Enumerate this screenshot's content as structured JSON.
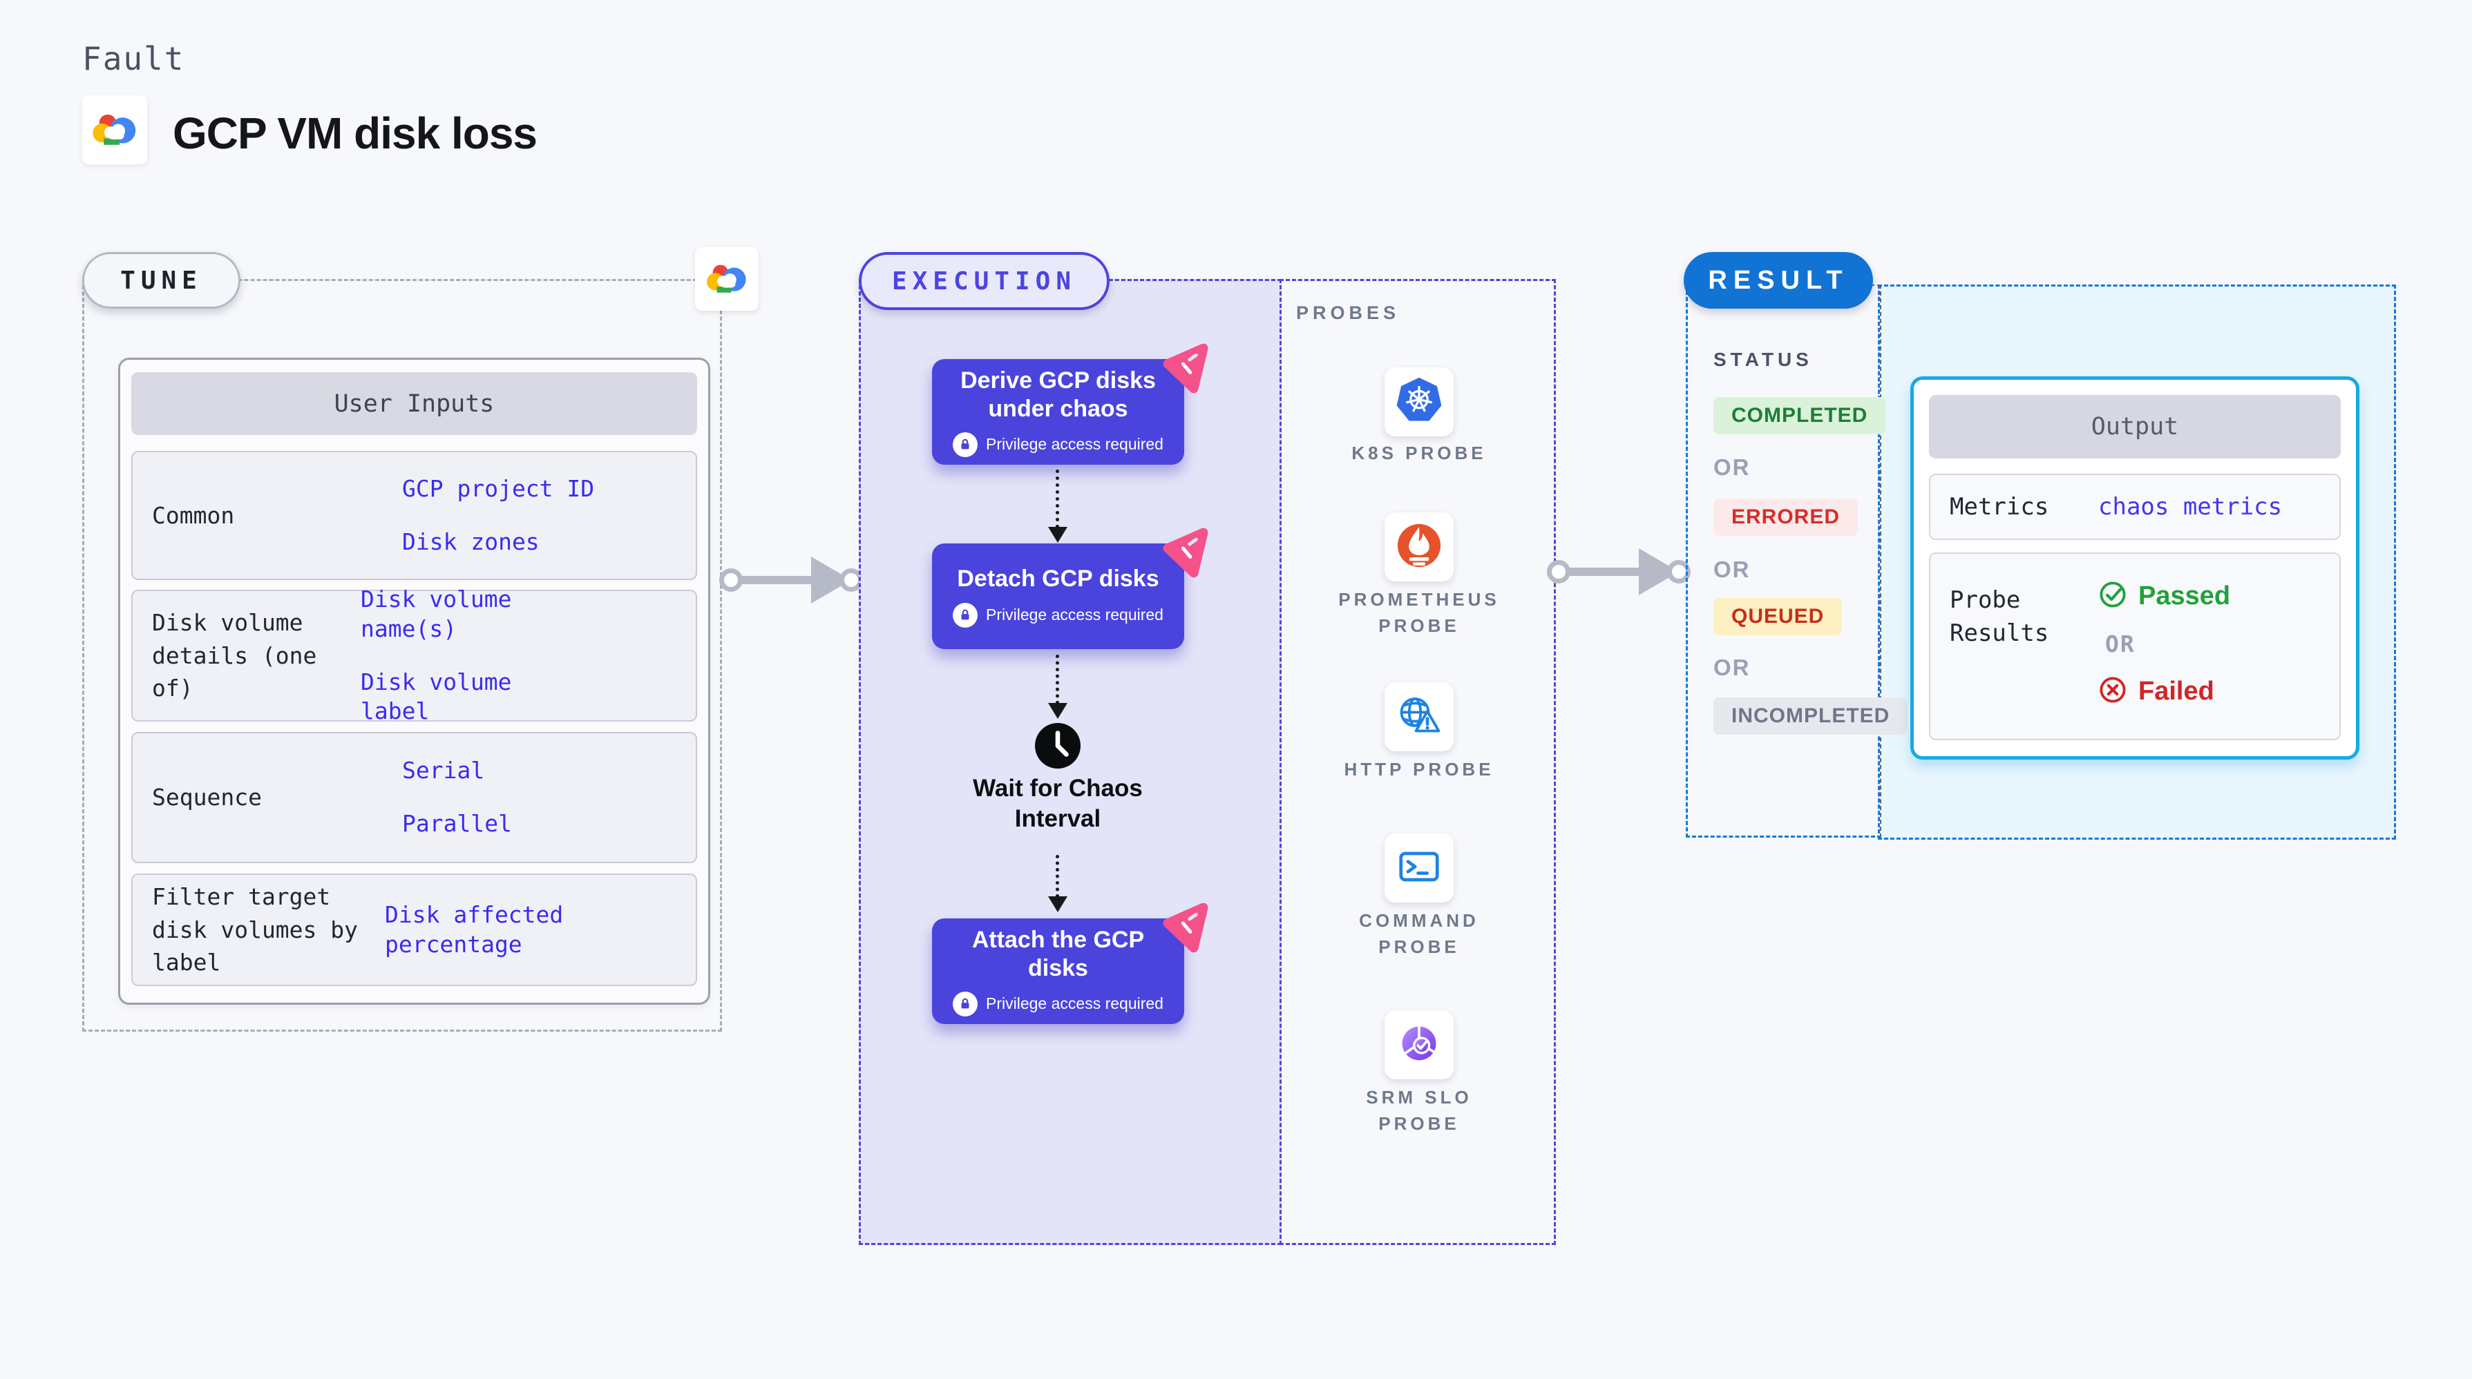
{
  "header": {
    "kicker": "Fault",
    "title": "GCP VM disk loss",
    "logo_icon": "gcp-cloud-icon"
  },
  "tune": {
    "badge": "TUNE",
    "corner_icon": "gcp-cloud-icon",
    "table": {
      "title": "User Inputs",
      "rows": [
        {
          "label": "Common",
          "values": [
            "GCP project ID",
            "Disk zones"
          ]
        },
        {
          "label": "Disk volume details (one of)",
          "values": [
            "Disk volume name(s)",
            "Disk volume label"
          ]
        },
        {
          "label": "Sequence",
          "values": [
            "Serial",
            "Parallel"
          ]
        },
        {
          "label": "Filter target disk volumes by label",
          "values": [
            "Disk affected percentage"
          ]
        }
      ]
    }
  },
  "execution": {
    "badge": "EXECUTION",
    "steps": [
      {
        "title": "Derive GCP disks under chaos",
        "note": "Privilege access required",
        "icon": "lock-icon",
        "corner_icon": "chaos-pinwheel-icon"
      },
      {
        "title": "Detach GCP disks",
        "note": "Privilege access required",
        "icon": "lock-icon",
        "corner_icon": "chaos-pinwheel-icon"
      },
      {
        "title": "Attach the GCP disks",
        "note": "Privilege access required",
        "icon": "lock-icon",
        "corner_icon": "chaos-pinwheel-icon"
      }
    ],
    "wait_step": {
      "label": "Wait for Chaos Interval",
      "icon": "clock-icon"
    }
  },
  "probes": {
    "title": "PROBES",
    "items": [
      {
        "label": "K8S PROBE",
        "icon": "kubernetes-icon"
      },
      {
        "label": "PROMETHEUS PROBE",
        "icon": "prometheus-icon"
      },
      {
        "label": "HTTP PROBE",
        "icon": "http-globe-icon"
      },
      {
        "label": "COMMAND PROBE",
        "icon": "terminal-icon"
      },
      {
        "label": "SRM SLO PROBE",
        "icon": "srm-slo-icon"
      }
    ]
  },
  "result": {
    "badge": "RESULT",
    "status": {
      "title": "STATUS",
      "separator": "OR",
      "values": [
        {
          "label": "COMPLETED",
          "text_color": "#1e7e34",
          "bg_color": "#d9f2d9"
        },
        {
          "label": "ERRORED",
          "text_color": "#d32f2f",
          "bg_color": "#fce9e9"
        },
        {
          "label": "QUEUED",
          "text_color": "#c62f1a",
          "bg_color": "#fdf0c2"
        },
        {
          "label": "INCOMPLETED",
          "text_color": "#6e7689",
          "bg_color": "#e7e8ee"
        }
      ]
    },
    "output": {
      "title": "Output",
      "metrics_label": "Metrics",
      "metrics_value": "chaos metrics",
      "probe_results_label": "Probe Results",
      "passed_label": "Passed",
      "or_label": "OR",
      "failed_label": "Failed"
    }
  },
  "colors": {
    "page_bg": "#f7f8fb",
    "accent_indigo": "#4a44dc",
    "value_blue": "#3a2bf1",
    "result_blue": "#1173d4",
    "output_cyan": "#16aae4",
    "chaos_pink": "#f5528b",
    "passed_green": "#22a13a",
    "failed_red": "#d32525",
    "kubernetes_blue": "#326ce5",
    "prometheus_orange": "#e6522c",
    "arrow_gray": "#b6bac7"
  }
}
